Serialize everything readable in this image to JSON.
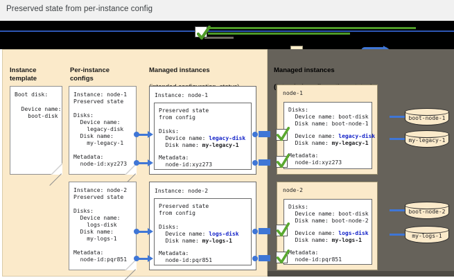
{
  "window": {
    "title": "Preserved state from per-instance config"
  },
  "legend": {
    "check_icon": "green-check-icon",
    "cream_swatch": "cream-swatch",
    "blue_arrow": "blue-arrow-icon"
  },
  "columns": {
    "instance_template": "Instance\ntemplate",
    "per_instance_configs": "Per-instance\nconfigs",
    "managed_instances_line1": "Managed instances",
    "managed_instances_line2": "(intended configuration, status)",
    "managed_instances_line3": "autogenerated"
  },
  "instance_template_card": {
    "line1": "Boot disk:",
    "line2": "",
    "line3": "  Device name:",
    "line4": "    boot-disk"
  },
  "per_instance_configs": [
    {
      "instance_line": "Instance: node-1",
      "preserved_line": "Preserved state",
      "disks_label": "Disks:",
      "device_name_label": "  Device name:",
      "device_name_value": "    legacy-disk",
      "disk_name_label": "  Disk name:",
      "disk_name_value": "    my-legacy-1",
      "metadata_label": "Metadata:",
      "metadata_value": "  node-id:xyz273"
    },
    {
      "instance_line": "Instance: node-2",
      "preserved_line": "Preserved state",
      "disks_label": "Disks:",
      "device_name_label": "  Device name:",
      "device_name_value": "    logs-disk",
      "disk_name_label": "  Disk name:",
      "disk_name_value": "    my-logs-1",
      "metadata_label": "Metadata:",
      "metadata_value": "  node-id:pqr851"
    }
  ],
  "managed_instances": [
    {
      "instance_line": "Instance: node-1",
      "preserved_line1": "Preserved state",
      "preserved_line2": "from config",
      "disks_label": "Disks:",
      "device_name_label": "  Device name: ",
      "device_name_value": "legacy-disk",
      "disk_name_label": "  Disk name: ",
      "disk_name_value": "my-legacy-1",
      "metadata_label": "Metadata:",
      "metadata_value": "  node-id:xyz273"
    },
    {
      "instance_line": "Instance: node-2",
      "preserved_line1": "Preserved state",
      "preserved_line2": "from config",
      "disks_label": "Disks:",
      "device_name_label": "  Device name: ",
      "device_name_value": "logs-disk",
      "disk_name_label": "  Disk name: ",
      "disk_name_value": "my-logs-1",
      "metadata_label": "Metadata:",
      "metadata_value": "  node-id:pqr851"
    }
  ],
  "nodes": [
    {
      "title": "node-1",
      "disks_label": "Disks:",
      "boot_device_name": "  Device name: boot-disk",
      "boot_disk_name": "  Disk name: boot-node-1",
      "extra_device_label": "  Device name: ",
      "extra_device_value": "legacy-disk",
      "extra_disk_label": "  Disk name: ",
      "extra_disk_value": "my-legacy-1",
      "metadata_label": "Metadata:",
      "metadata_value": "  node-id:xyz273",
      "disks": [
        "boot-node-1",
        "my-legacy-1"
      ]
    },
    {
      "title": "node-2",
      "disks_label": "Disks:",
      "boot_device_name": "  Device name: boot-disk",
      "boot_disk_name": "  Disk name: boot-node-2",
      "extra_device_label": "  Device name: ",
      "extra_device_value": "logs-disk",
      "extra_disk_label": "  Disk name: ",
      "extra_disk_value": "my-logs-1",
      "metadata_label": "Metadata:",
      "metadata_value": "  node-id:pqr851",
      "disks": [
        "boot-node-2",
        "my-logs-1"
      ]
    }
  ],
  "colors": {
    "cream_panel": "#fbeaca",
    "dark_panel": "#66625a",
    "accent_blue": "#3f76d6",
    "value_blue": "#1423c8",
    "value_purple": "#b512b5",
    "check_green": "#4e9a28",
    "titlebar": "#f1f1f1"
  }
}
